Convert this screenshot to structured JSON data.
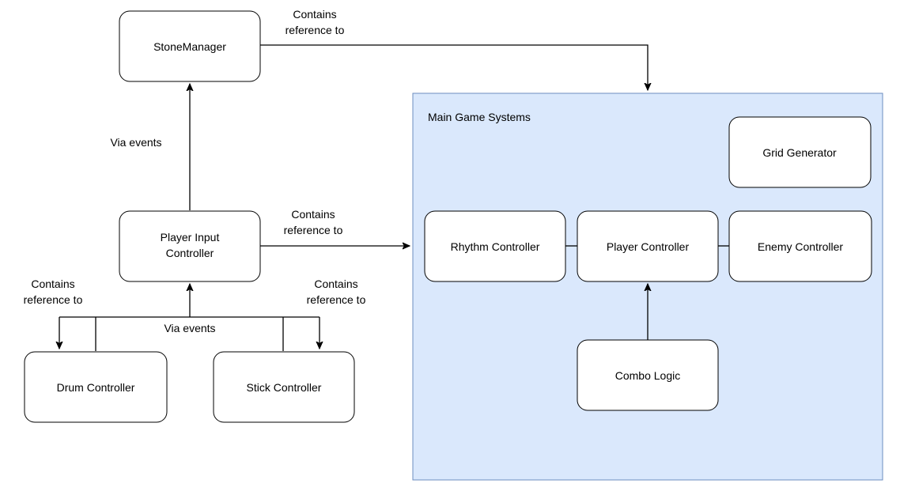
{
  "container": {
    "title": "Main Game Systems"
  },
  "nodes": {
    "stone_manager": {
      "label": [
        "StoneManager"
      ]
    },
    "player_input_controller": {
      "label": [
        "Player Input",
        "Controller"
      ]
    },
    "drum_controller": {
      "label": [
        "Drum Controller"
      ]
    },
    "stick_controller": {
      "label": [
        "Stick Controller"
      ]
    },
    "grid_generator": {
      "label": [
        "Grid Generator"
      ]
    },
    "rhythm_controller": {
      "label": [
        "Rhythm Controller"
      ]
    },
    "player_controller": {
      "label": [
        "Player Controller"
      ]
    },
    "enemy_controller": {
      "label": [
        "Enemy Controller"
      ]
    },
    "combo_logic": {
      "label": [
        "Combo Logic"
      ]
    }
  },
  "edge_labels": {
    "stone_to_systems": [
      "Contains",
      "reference to"
    ],
    "input_to_stone": [
      "Via events"
    ],
    "input_to_systems": [
      "Contains",
      "reference to"
    ],
    "input_to_drum": [
      "Contains",
      "reference to"
    ],
    "input_to_stick": [
      "Contains",
      "reference to"
    ],
    "controllers_to_input": [
      "Via events"
    ]
  }
}
